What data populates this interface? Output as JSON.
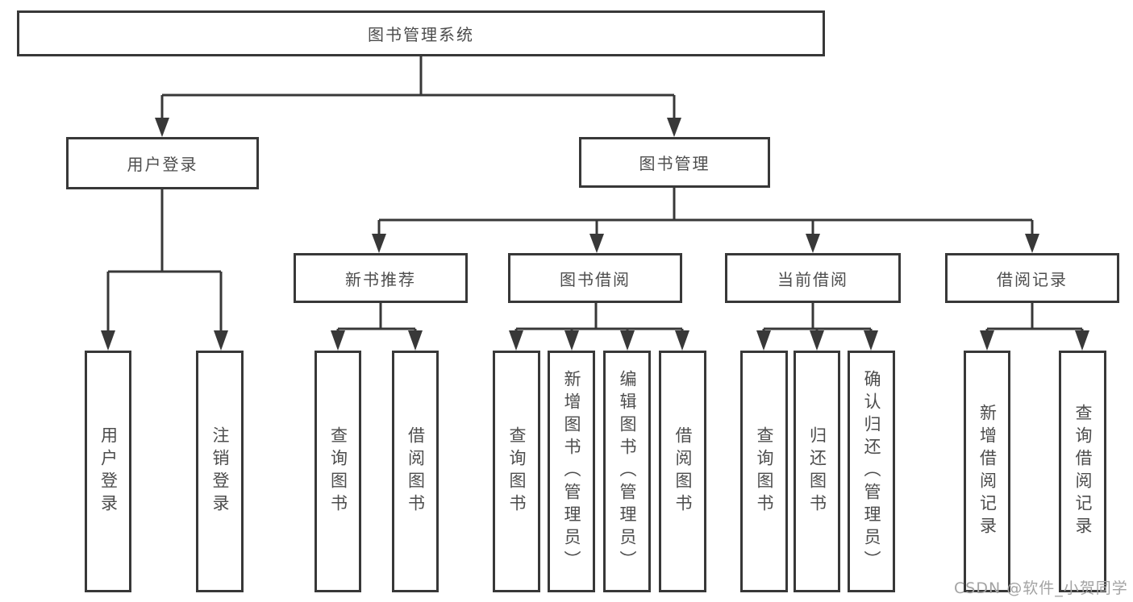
{
  "diagram": {
    "title": "图书管理系统",
    "root": {
      "label": "图书管理系统"
    },
    "level1": [
      {
        "label": "用户登录"
      },
      {
        "label": "图书管理"
      }
    ],
    "level2": [
      {
        "label": "新书推荐"
      },
      {
        "label": "图书借阅"
      },
      {
        "label": "当前借阅"
      },
      {
        "label": "借阅记录"
      }
    ],
    "leaves": {
      "user_login": [
        "用户登录",
        "注销登录"
      ],
      "new_book": [
        "查询图书",
        "借阅图书"
      ],
      "book_borrow": [
        "查询图书",
        "新增图书（管理员）",
        "编辑图书（管理员）",
        "借阅图书"
      ],
      "current_borrow": [
        "查询图书",
        "归还图书",
        "确认归还（管理员）"
      ],
      "borrow_records": [
        "新增借阅记录",
        "查询借阅记录"
      ]
    }
  },
  "watermark": {
    "text": "CSDN @软件_小贺同学"
  },
  "colors": {
    "line": "#383838",
    "box_border": "#383838",
    "box_fill": "#ffffff",
    "text": "#4d4d4d",
    "watermark": "#a3a3a3",
    "background": "#ffffff"
  }
}
